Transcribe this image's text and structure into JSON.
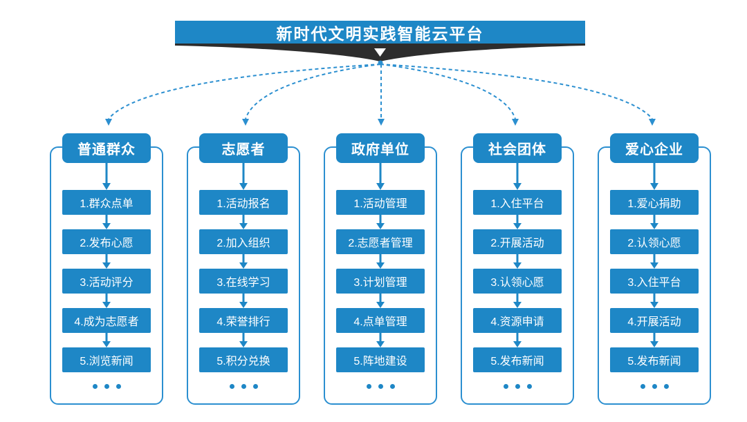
{
  "header": {
    "title": "新时代文明实践智能云平台"
  },
  "colors": {
    "accent": "#1e87c6",
    "line": "#2b8fd0",
    "banner_dark": "#2d2d2d",
    "text_on_accent": "#ffffff"
  },
  "icons": {
    "banner_pointer": "triangle-down",
    "flow_arrow": "arrow-down",
    "connector_style": "dashed-curve-arrow",
    "more_indicator": "..."
  },
  "columns": [
    {
      "title": "普通群众",
      "items": [
        "1.群众点单",
        "2.发布心愿",
        "3.活动评分",
        "4.成为志愿者",
        "5.浏览新闻"
      ]
    },
    {
      "title": "志愿者",
      "items": [
        "1.活动报名",
        "2.加入组织",
        "3.在线学习",
        "4.荣誉排行",
        "5.积分兑换"
      ]
    },
    {
      "title": "政府单位",
      "items": [
        "1.活动管理",
        "2.志愿者管理",
        "3.计划管理",
        "4.点单管理",
        "5.阵地建设"
      ]
    },
    {
      "title": "社会团体",
      "items": [
        "1.入住平台",
        "2.开展活动",
        "3.认领心愿",
        "4.资源申请",
        "5.发布新闻"
      ]
    },
    {
      "title": "爱心企业",
      "items": [
        "1.爱心捐助",
        "2.认领心愿",
        "3.入住平台",
        "4.开展活动",
        "5.发布新闻"
      ]
    }
  ]
}
